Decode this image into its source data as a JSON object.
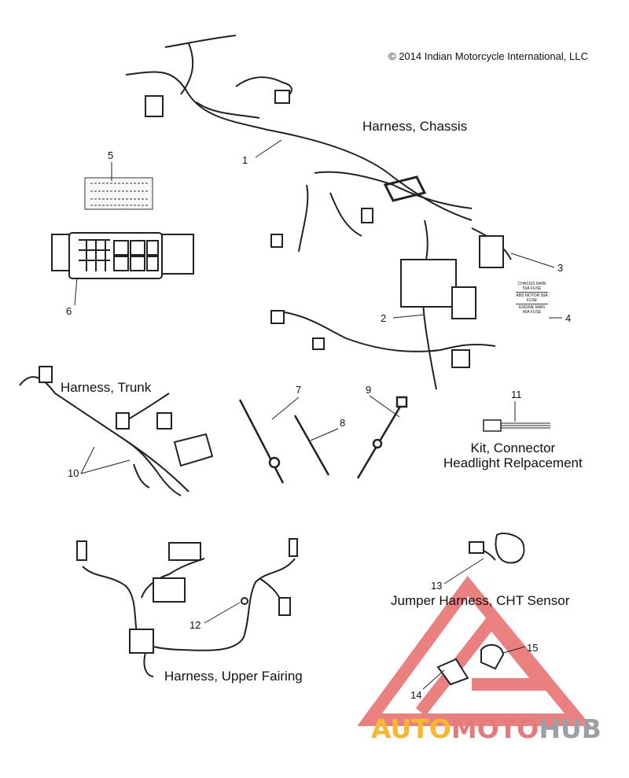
{
  "copyright": "© 2014 Indian Motorcycle International, LLC",
  "labels": {
    "chassis": "Harness, Chassis",
    "trunk": "Harness, Trunk",
    "kit_line1": "Kit, Connector",
    "kit_line2": "Headlight Relpacement",
    "jumper": "Jumper Harness, CHT Sensor",
    "fairing": "Harness, Upper Fairing"
  },
  "callouts": {
    "c1": "1",
    "c2": "2",
    "c3": "3",
    "c4": "4",
    "c5": "5",
    "c6": "6",
    "c7": "7",
    "c8": "8",
    "c9": "9",
    "c10": "10",
    "c11": "11",
    "c12": "12",
    "c13": "13",
    "c14": "14",
    "c15": "15"
  },
  "fuse_label": {
    "a": "CHASSIS MAIN 50A FUSE",
    "b": "ABS MOTOR 50A FUSE",
    "c": "ENGINE MAIN 40A FUSE"
  },
  "watermark": {
    "part1": "AUTO",
    "part2": "MOTO",
    "part3": "HUB"
  },
  "colors": {
    "line": "#222222",
    "watermark_red": "#e45b5b",
    "watermark_yellow": "#f7b733",
    "watermark_gray": "#9aa0a6"
  }
}
